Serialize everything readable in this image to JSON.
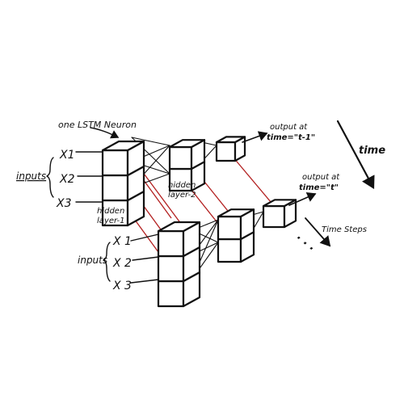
{
  "labels": {
    "neuron_label": "one LSTM Neuron",
    "inputs_upper": "inputs",
    "inputs_lower": "inputs",
    "x1_upper": "X1",
    "x2_upper": "X2",
    "x3_upper": "X3",
    "x1_lower": "X 1",
    "x2_lower": "X 2",
    "x3_lower": "X 3",
    "hidden1_line1": "hidden",
    "hidden1_line2": "layer-1",
    "hidden2_line1": "hidden",
    "hidden2_line2": "layer-2",
    "output_t1_line1": "output at",
    "output_t1_line2": "time=\"t-1\"",
    "output_t_line1": "output at",
    "output_t_line2": "time=\"t\"",
    "time": "time",
    "time_steps": "Time Steps",
    "ellipsis": ". . ."
  },
  "colors": {
    "ink": "#111111",
    "time_link": "#b32020",
    "background": "#ffffff"
  }
}
